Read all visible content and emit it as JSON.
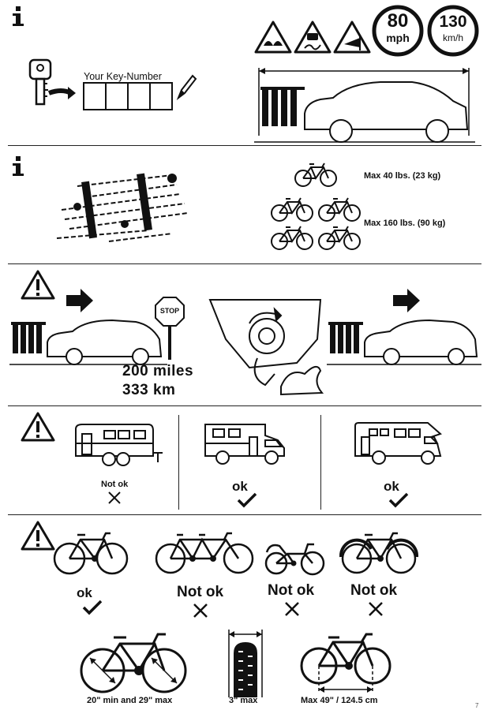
{
  "section1": {
    "key_number_label": "Your Key-Number",
    "speed_limits": [
      {
        "value": "80",
        "unit": "mph"
      },
      {
        "value": "130",
        "unit": "km/h"
      }
    ]
  },
  "section2": {
    "max_single": "Max 40 lbs. (23 kg)",
    "max_total": "Max 160 lbs. (90 kg)"
  },
  "section3": {
    "stop_sign": "STOP",
    "distance_miles": "200 miles",
    "distance_km": "333 km"
  },
  "section4": {
    "trailer_result": "Not ok",
    "camper_result": "ok",
    "motorhome_result": "ok"
  },
  "section5": {
    "bike1_result": "ok",
    "tandem_result": "Not ok",
    "recumbent_result": "Not ok",
    "fender_bike_result": "Not ok",
    "wheel_size": "20\" min and 29\" max",
    "tire_width": "3\" max",
    "wheelbase": "Max 49\" / 124.5 cm"
  },
  "page_number": "7"
}
